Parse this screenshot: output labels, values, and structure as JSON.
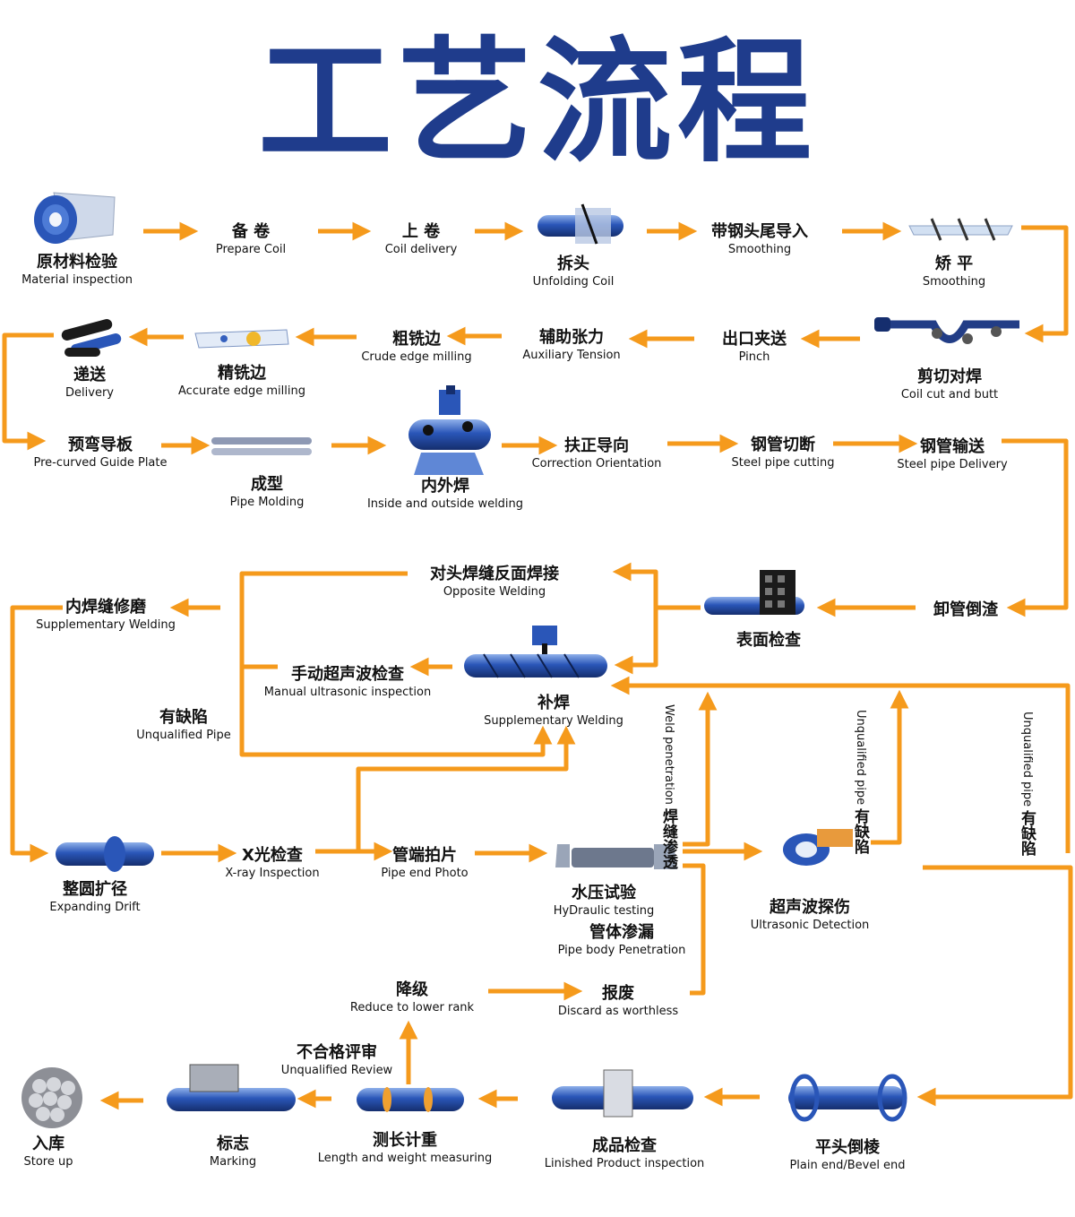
{
  "title": "工艺流程",
  "colors": {
    "title": "#1f3c8c",
    "arrow": "#f59a1c",
    "pipe": "#2a56b8",
    "pipe_dark": "#152e6e"
  },
  "steps": {
    "raw_material": {
      "cn": "原材料检验",
      "en": "Material inspection"
    },
    "prepare_coil": {
      "cn": "备 卷",
      "en": "Prepare   Coil"
    },
    "coil_delivery": {
      "cn": "上 卷",
      "en": "Coil   delivery"
    },
    "unfolding": {
      "cn": "拆头",
      "en": "Unfolding Coil"
    },
    "lead_in": {
      "cn": "带钢头尾导入",
      "en": "Smoothing"
    },
    "smoothing": {
      "cn": "矫 平",
      "en": "Smoothing"
    },
    "cut_butt": {
      "cn": "剪切对焊",
      "en": "Coil cut and butt"
    },
    "pinch": {
      "cn": "出口夹送",
      "en": "Pinch"
    },
    "aux_tension": {
      "cn": "辅助张力",
      "en": "Auxiliary Tension"
    },
    "crude_milling": {
      "cn": "粗铣边",
      "en": "Crude edge milling"
    },
    "accurate_milling": {
      "cn": "精铣边",
      "en": "Accurate edge milling"
    },
    "delivery": {
      "cn": "递送",
      "en": "Delivery"
    },
    "guide_plate": {
      "cn": "预弯导板",
      "en": "Pre-curved Guide Plate"
    },
    "molding": {
      "cn": "成型",
      "en": "Pipe Molding"
    },
    "welding": {
      "cn": "内外焊",
      "en": "Inside and outside welding"
    },
    "correction": {
      "cn": "扶正导向",
      "en": "Correction Orientation"
    },
    "cutting": {
      "cn": "钢管切断",
      "en": "Steel pipe cutting"
    },
    "pipe_delivery": {
      "cn": "钢管输送",
      "en": "Steel pipe Delivery"
    },
    "unload": {
      "cn": "卸管倒渣",
      "en": ""
    },
    "surface": {
      "cn": "表面检查",
      "en": ""
    },
    "opposite": {
      "cn": "对头焊缝反面焊接",
      "en": "Opposite Welding"
    },
    "inner_repair": {
      "cn": "内焊缝修磨",
      "en": "Supplementary Welding"
    },
    "manual_ut": {
      "cn": "手动超声波检查",
      "en": "Manual ultrasonic inspection"
    },
    "supp_weld": {
      "cn": "补焊",
      "en": "Supplementary Welding"
    },
    "unqualified_pipe": {
      "cn": "有缺陷",
      "en": "Unqualified Pipe"
    },
    "weld_penetration": {
      "cn": "焊缝渗透",
      "en": "Weld penetration"
    },
    "unqualified_v1": {
      "cn": "有缺陷",
      "en": "Unqualified pipe"
    },
    "unqualified_v2": {
      "cn": "有缺陷",
      "en": "Unqualified pipe"
    },
    "expanding": {
      "cn": "整圆扩径",
      "en": "Expanding Drift"
    },
    "xray": {
      "cn": "X光检查",
      "en": "X-ray Inspection"
    },
    "pipe_end_photo": {
      "cn": "管端拍片",
      "en": "Pipe end Photo"
    },
    "hydraulic": {
      "cn": "水压试验",
      "en": "HyDraulic testing"
    },
    "body_penetration": {
      "cn": "管体渗漏",
      "en": "Pipe body Penetration"
    },
    "ultrasonic": {
      "cn": "超声波探伤",
      "en": "Ultrasonic Detection"
    },
    "reduce_rank": {
      "cn": "降级",
      "en": "Reduce to lower rank"
    },
    "discard": {
      "cn": "报废",
      "en": "Discard as worthless"
    },
    "review": {
      "cn": "不合格评审",
      "en": "Unqualified Review"
    },
    "store_up": {
      "cn": "入库",
      "en": "Store up"
    },
    "marking": {
      "cn": "标志",
      "en": "Marking"
    },
    "measuring": {
      "cn": "测长计重",
      "en": "Length and weight measuring"
    },
    "finished": {
      "cn": "成品检查",
      "en": "Linished Product inspection"
    },
    "bevel": {
      "cn": "平头倒棱",
      "en": "Plain end/Bevel end"
    }
  }
}
